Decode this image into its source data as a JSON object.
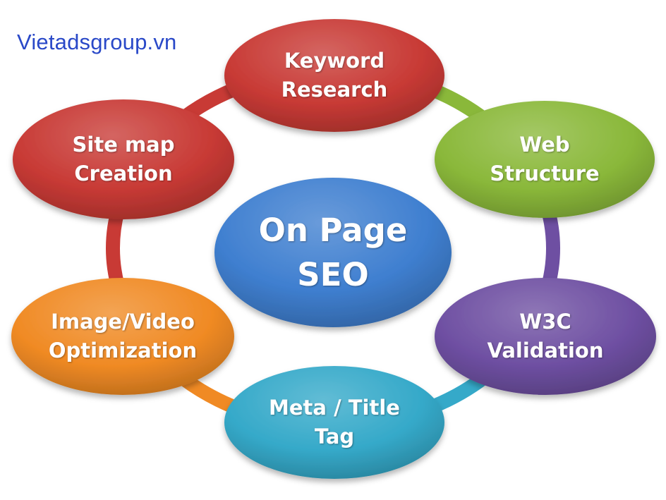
{
  "watermark": "Vietadsgroup.vn",
  "center": {
    "lines": [
      "On Page",
      "SEO"
    ],
    "color": "#3f7fd0"
  },
  "nodes": [
    {
      "id": "keyword-research",
      "lines": [
        "Keyword",
        "Research"
      ],
      "color": "#c83a35"
    },
    {
      "id": "web-structure",
      "lines": [
        "Web",
        "Structure"
      ],
      "color": "#8ab83a"
    },
    {
      "id": "w3c-validation",
      "lines": [
        "W3C",
        "Validation"
      ],
      "color": "#6e4fa2"
    },
    {
      "id": "meta-title-tag",
      "lines": [
        "Meta / Title",
        "Tag"
      ],
      "color": "#35a9c9"
    },
    {
      "id": "image-video-optimization",
      "lines": [
        "Image/Video",
        "Optimization"
      ],
      "color": "#f08a24"
    },
    {
      "id": "site-map-creation",
      "lines": [
        "Site map",
        "Creation"
      ],
      "color": "#c83a35"
    }
  ]
}
